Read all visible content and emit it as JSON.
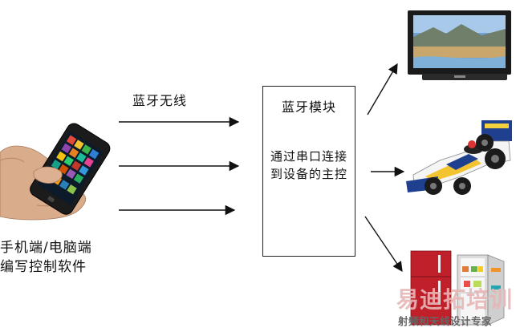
{
  "diagram": {
    "bluetooth_label": "蓝牙无线",
    "module": {
      "title": "蓝牙模块",
      "description": "通过串口连接到设备的主控"
    },
    "phone_caption_line1": "手机端/电脑端",
    "phone_caption_line2": "编写控制软件",
    "devices": [
      "tv",
      "race-car",
      "refrigerator"
    ],
    "watermark": {
      "main": "易迪拓培训",
      "sub": "射频和天线设计专家"
    }
  },
  "colors": {
    "line": "#111111",
    "watermark_main": "#e8b6b6",
    "watermark_sub": "#666666"
  }
}
